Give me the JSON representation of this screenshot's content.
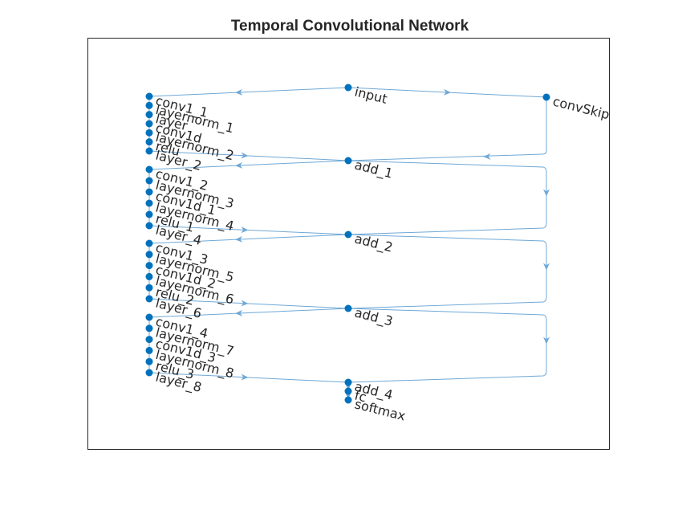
{
  "figure": {
    "title": "Temporal Convolutional Network",
    "colors": {
      "node": "#0072bd",
      "edge": "#6fa8d6",
      "axes": "#262626",
      "label": "#262626"
    }
  },
  "graph": {
    "nodes": [
      "input",
      "convSkip",
      "conv1_1",
      "layernorm_1",
      "layer",
      "conv1d",
      "layernorm_2",
      "relu",
      "layer_2",
      "add_1",
      "conv1_2",
      "layernorm_3",
      "conv1d_1",
      "layernorm_4",
      "relu_1",
      "layer_4",
      "add_2",
      "conv1_3",
      "layernorm_5",
      "conv1d_2",
      "layernorm_6",
      "relu_2",
      "layer_6",
      "add_3",
      "conv1_4",
      "layernorm_7",
      "conv1d_3",
      "layernorm_8",
      "relu_3",
      "layer_8",
      "add_4",
      "fc",
      "softmax"
    ],
    "edges": [
      [
        "input",
        "conv1_1"
      ],
      [
        "input",
        "convSkip"
      ],
      [
        "layer_2",
        "add_1"
      ],
      [
        "convSkip",
        "add_1"
      ],
      [
        "add_1",
        "conv1_2"
      ],
      [
        "add_1",
        "add_2"
      ],
      [
        "layer_4",
        "add_2"
      ],
      [
        "add_2",
        "conv1_3"
      ],
      [
        "add_2",
        "add_3"
      ],
      [
        "layer_6",
        "add_3"
      ],
      [
        "add_3",
        "conv1_4"
      ],
      [
        "add_3",
        "add_4"
      ],
      [
        "layer_8",
        "add_4"
      ],
      [
        "add_4",
        "fc"
      ],
      [
        "fc",
        "softmax"
      ]
    ]
  }
}
